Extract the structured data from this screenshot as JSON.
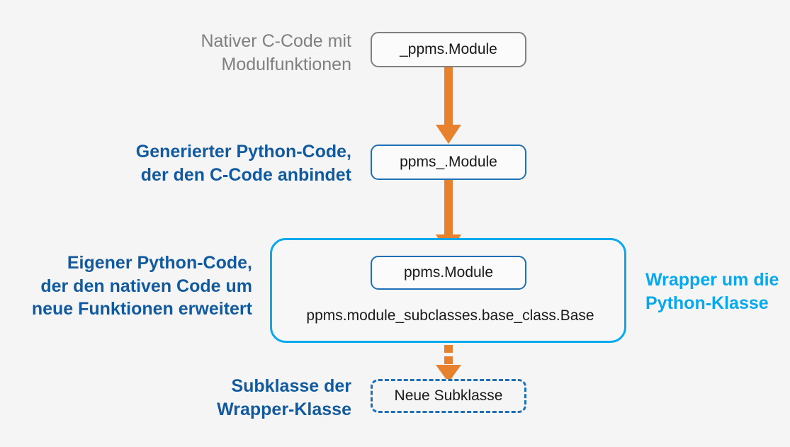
{
  "diagram": {
    "title_alt": "PPMS Python wrapper architecture",
    "background_color": "#f5f5f5",
    "colors": {
      "arrow_orange": "#e8812e",
      "label_blue": "#125a9e",
      "label_cyan": "#07a9ec",
      "label_gray": "#808080",
      "node_border_blue": "#1f6fb5",
      "node_border_gray": "#808080",
      "wrapper_border": "#07a9ec"
    },
    "left_labels": [
      {
        "id": "native-c-code",
        "text": "Nativer C-Code mit\nModulfunktionen",
        "color": "#808080"
      },
      {
        "id": "generated-python-code",
        "text": "Generierter Python-Code,\nder den C-Code anbindet",
        "color": "#125a9e"
      },
      {
        "id": "own-python-code",
        "text": "Eigener Python-Code,\nder den nativen Code um\nneue Funktionen erweitert",
        "color": "#125a9e"
      },
      {
        "id": "subclass-of-wrapper",
        "text": "Subklasse der\nWrapper-Klasse",
        "color": "#125a9e"
      }
    ],
    "right_labels": [
      {
        "id": "wrapper-around-python-class",
        "text": "Wrapper um die\nPython-Klasse",
        "color": "#07a9ec"
      }
    ],
    "nodes": [
      {
        "id": "node-native-module",
        "text": "_ppms.Module",
        "style": "gray"
      },
      {
        "id": "node-generated-module",
        "text": "ppms_.Module",
        "style": "blue"
      },
      {
        "id": "node-wrapper-module",
        "text": "ppms.Module",
        "style": "blue"
      },
      {
        "id": "node-new-subclass",
        "text": "Neue Subklasse",
        "style": "dashed"
      }
    ],
    "wrapper": {
      "id": "wrapper-container",
      "base_class_text": "ppms.module_subclasses.base_class.Base"
    },
    "arrows": [
      {
        "id": "arrow-native-to-generated",
        "style": "solid",
        "color": "#e8812e"
      },
      {
        "id": "arrow-generated-to-wrapper",
        "style": "solid",
        "color": "#e8812e"
      },
      {
        "id": "arrow-wrapper-to-subclass",
        "style": "dashed",
        "color": "#e8812e"
      }
    ]
  }
}
